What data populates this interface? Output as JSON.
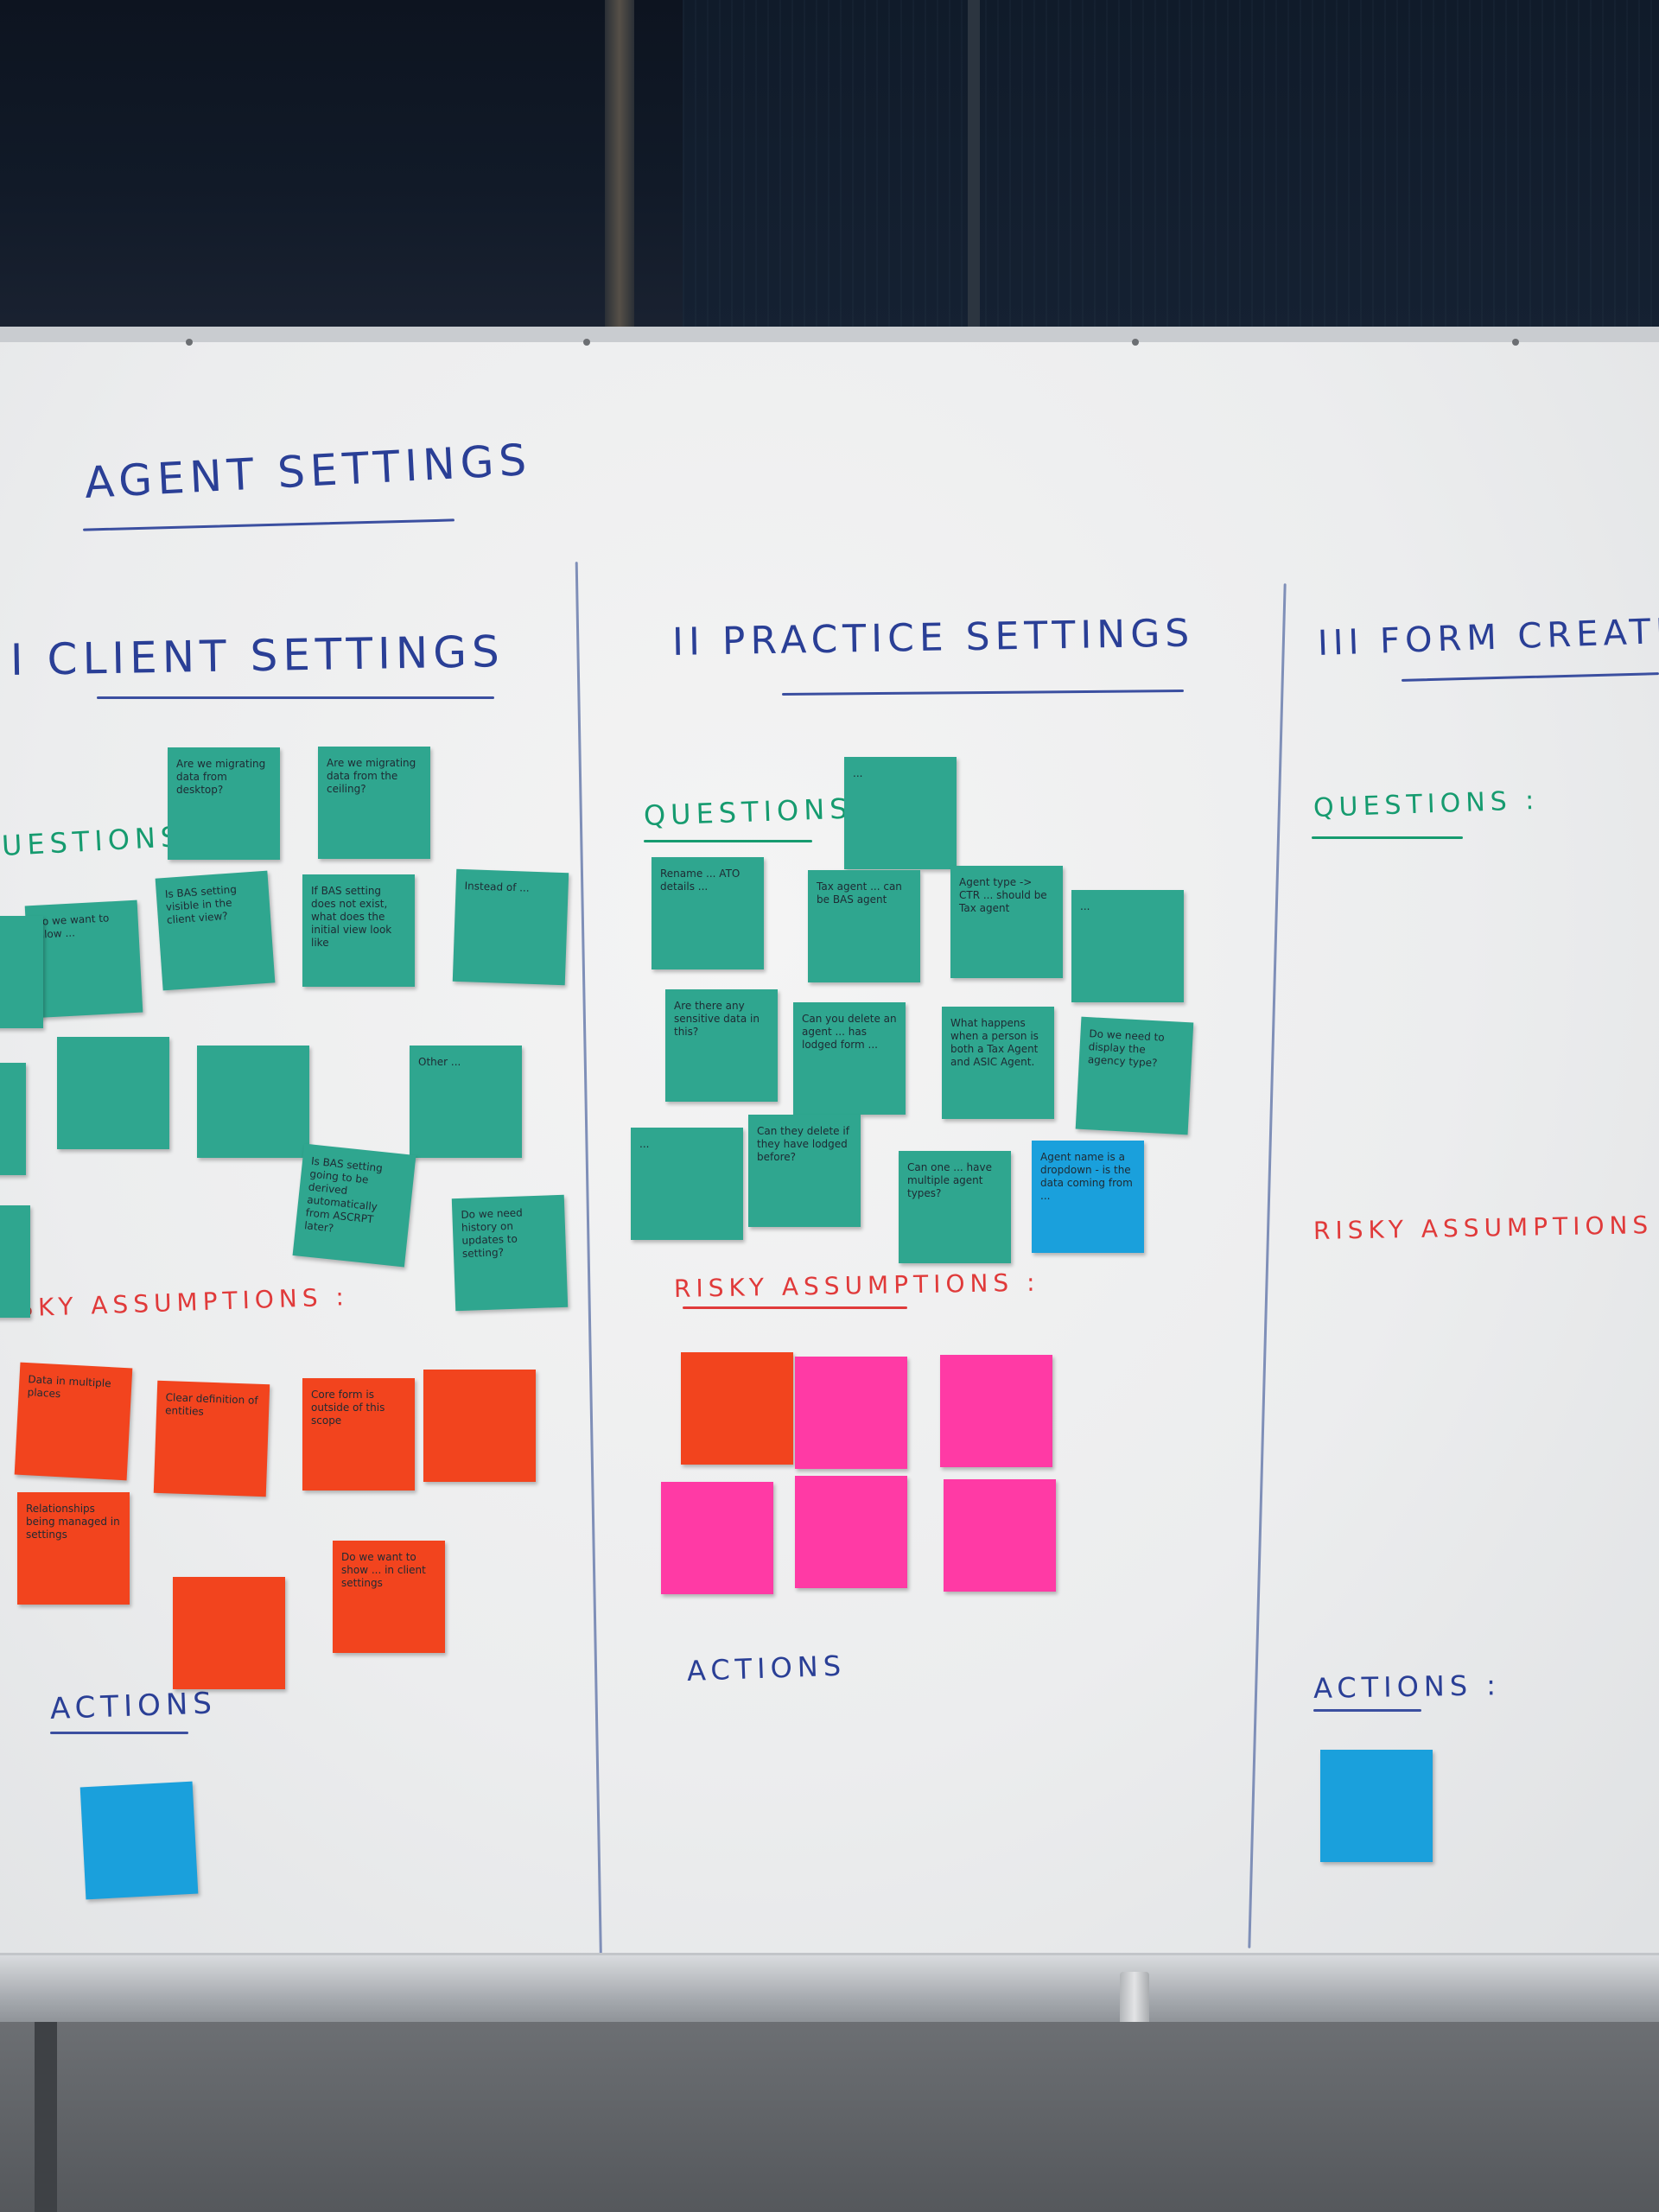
{
  "whiteboard": {
    "title": "AGENT SETTINGS",
    "columns": [
      {
        "heading": "I   CLIENT SETTINGS",
        "questions_label": "UESTIONS :",
        "risky_label": "ISKY ASSUMPTIONS :",
        "actions_label": "ACTIONS"
      },
      {
        "heading": "II   PRACTICE SETTINGS",
        "questions_label": "QUESTIONS :",
        "risky_label": "RISKY ASSUMPTIONS :",
        "actions_label": "ACTIONS"
      },
      {
        "heading": "III   FORM CREATION",
        "questions_label": "QUESTIONS :",
        "risky_label": "RISKY ASSUMPTIONS :",
        "actions_label": "ACTIONS :"
      }
    ]
  },
  "notes": {
    "client_questions": [
      "Are we migrating data from desktop?",
      "Are we migrating data from the ceiling?",
      "Do we want to allow ...",
      "Is BAS setting visible in the client view?",
      "If BAS setting does not exist, what does the initial view look like",
      "Instead of ...",
      "",
      "",
      "Other ...",
      "Is BAS setting going to be derived automatically from ASCRPT later?",
      "Do we need history on updates to setting?"
    ],
    "client_risky": [
      "Data in multiple places",
      "Clear definition of entities",
      "Core form is outside of this scope",
      "",
      "Relationships being managed in settings",
      "",
      "Do we want to show ... in client settings"
    ],
    "client_actions": [
      ""
    ],
    "practice_questions": [
      "...",
      "Rename ... ATO details ...",
      "Tax agent ... can be BAS agent",
      "Agent type -> CTR ... should be Tax agent",
      "...",
      "Are there any sensitive data in this?",
      "Can you delete an agent ... has lodged form ...",
      "What happens when a person is both a Tax Agent and ASIC Agent.",
      "Do we need to display the agency type?",
      "...",
      "Can they delete if they have lodged before?",
      "Can one ... have multiple agent types?",
      "Agent name is a dropdown - is the data coming from ..."
    ],
    "practice_risky": [
      "",
      "",
      "",
      "",
      "",
      ""
    ],
    "form_actions": [
      ""
    ]
  }
}
